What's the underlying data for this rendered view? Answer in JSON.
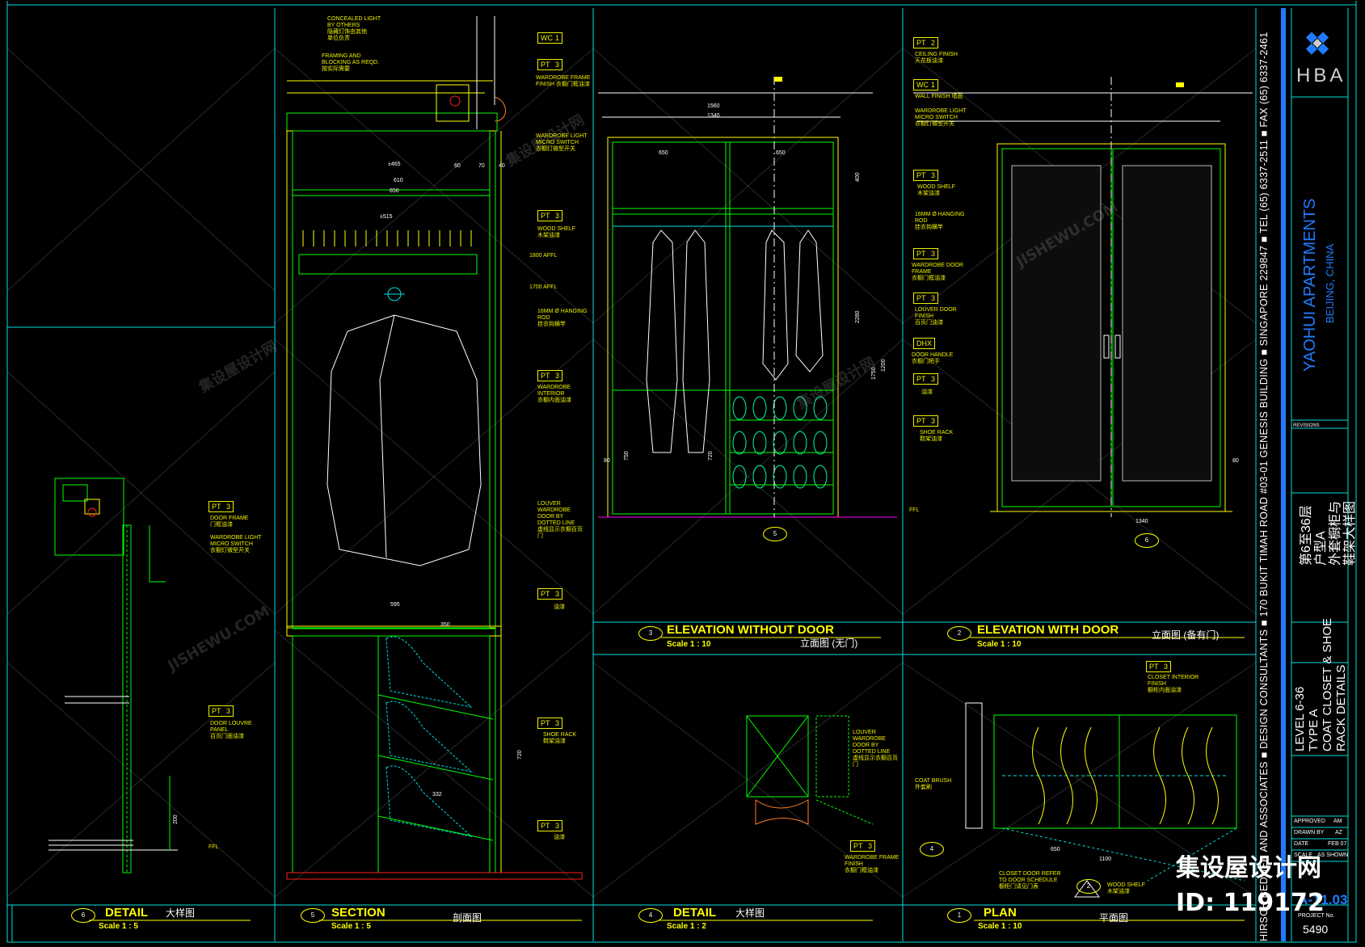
{
  "colors": {
    "background": "#000000",
    "border": "#00e0e0",
    "text": "#ffff00",
    "cabinet": "#00ff00",
    "hanger": "#ffffff",
    "magenta": "#ff00ff",
    "accent_blue": "#1f7bff"
  },
  "firm": {
    "logo_text": "HBA",
    "vertical_address": "HIRSCH BEDNER AND ASSOCIATES ■ DESIGN CONSULTANTS ■ 170 BUKIT TIMAH ROAD #03-01 GENESIS BUILDING ■ SINGAPORE 229847 ■ TEL (65) 6337-2511 ■ FAX (65) 6337-2461"
  },
  "project": {
    "name": "YAOHUI APARTMENTS",
    "location": "BEIJING, CHINA"
  },
  "title_block": {
    "revisions": "REVISIONS",
    "sheet_title_cn": [
      "第6至36层",
      "户型A",
      "外套橱柜与",
      "鞋架大样图"
    ],
    "sheet_title_en": [
      "LEVEL 6-36",
      "TYPE A",
      "COAT CLOSET & SHOE",
      "RACK DETAILS"
    ],
    "approved_label": "APPROVED",
    "approved_value": "AM",
    "drawn_label": "DRAWN BY",
    "drawn_value": "AZ",
    "date_label": "DATE",
    "date_value": "FEB 07",
    "scale_label": "SCALE",
    "scale_value": "AS SHOWN",
    "sheet_no": "A-T1.03",
    "project_no_label": "PROJECT No.",
    "project_no": "5490"
  },
  "watermark": {
    "brand_cn": "集设屋设计网",
    "site": "JISHEWU.COM",
    "id_label": "ID: 119172"
  },
  "views": [
    {
      "num": "6",
      "title": "DETAIL",
      "title_cn": "大样图",
      "scale": "Scale 1 : 5"
    },
    {
      "num": "5",
      "title": "SECTION",
      "title_cn": "剖面图",
      "scale": "Scale 1 : 5"
    },
    {
      "num": "4",
      "title": "DETAIL",
      "title_cn": "大样图",
      "scale": "Scale 1 : 2"
    },
    {
      "num": "1",
      "title": "PLAN",
      "title_cn": "平面图",
      "scale": "Scale 1 : 10"
    },
    {
      "num": "3",
      "title": "ELEVATION WITHOUT DOOR",
      "title_cn": "立面图 (无门)",
      "scale": "Scale 1 : 10"
    },
    {
      "num": "2",
      "title": "ELEVATION WITH DOOR",
      "title_cn": "立面图 (备有门)",
      "scale": "Scale 1 : 10"
    }
  ],
  "section_notes": {
    "concealed_light": "CONCEALED LIGHT\nBY OTHERS\n隐藏灯饰由其他\n单位负责",
    "framing": "FRAMING AND\nBLOCKING AS REQD.\n按实际需要",
    "wardrobe_frame_finish": "WARDROBE FRAME\nFINISH 衣橱门框油漆",
    "wardrobe_light": "WARDROBE LIGHT\nMICRO SWITCH\n衣橱灯微型开关",
    "wood_shelf": "WOOD SHELF\n木架油漆",
    "hanging_rod": "16MM Ø HANGING\nROD\n挂衣钩横竿",
    "interior": "WARDROBE\nINTERIOR\n衣橱内面油漆",
    "louver": "LOUVER\nWARDROBE\nDOOR BY\nDOTTED LINE\n虚线显示衣橱百页\n门",
    "paint": "油漆",
    "shoe_rack": "SHOE RACK\n鞋架油漆",
    "aff_1": "1800 AFFL",
    "aff_2": "1700 AFFL"
  },
  "detail6_notes": {
    "door_frame": "DOOR FRAME\n门框油漆",
    "light": "WARDROBE LIGHT\nMICRO SWITCH\n衣橱灯微型开关",
    "louvre": "DOOR LOUVRE\nPANEL\n百页门面油漆"
  },
  "elev_notes": {
    "ceiling": "CEILING FINISH\n天花板油漆",
    "wall": "WALL FINISH 墙面",
    "wood_shelf": "WOOD SHELF\n木架油漆",
    "hanging_rod": "16MM Ø HANGING\nROD\n挂衣钩横竿",
    "door_frame": "WARDROBE DOOR\nFRAME\n衣橱门框油漆",
    "louver_finish": "LOUVER DOOR\nFINISH\n百页门油漆",
    "handle": "DOOR HANDLE\n衣橱门把手",
    "paint": "油漆",
    "shoe_rack": "SHOE RACK\n鞋架油漆",
    "ffl": "FFL"
  },
  "plan_notes": {
    "interior": "CLOSET INTERIOR\nFINISH\n橱柜内面油漆",
    "coat_brush": "COAT BRUSH\n外套刷",
    "door_refer": "CLOSET DOOR REFER\nTO DOOR SCHEDULE\n橱柜门请见门表",
    "wood_shelf": "WOOD SHELF\n木架油漆"
  },
  "detail4_notes": {
    "louver": "LOUVER\nWARDROBE\nDOOR BY\nDOTTED LINE\n虚线显示衣橱百页\n门",
    "frame": "WARDROBE FRAME\nFINISH\n衣橱门框油漆"
  },
  "tags": {
    "wc1": [
      "WC",
      "1"
    ],
    "pt3": [
      "PT",
      "3"
    ],
    "pt2": [
      "PT",
      "2"
    ],
    "dhx": [
      "DHX",
      ""
    ]
  },
  "dims": {
    "d1560": "1560",
    "d1340": "1340",
    "d650": "650",
    "d610": "610",
    "d515": "±515",
    "d465": "±465",
    "d350": "350",
    "d595": "595",
    "d2280": "2280",
    "d1750": "1750",
    "d1200": "1200",
    "d750": "750",
    "d720": "720",
    "d400": "400",
    "d80": "80",
    "d200": "200",
    "d1100": "1100",
    "d332": "332",
    "d60": "60",
    "d70": "70",
    "d40": "40"
  }
}
